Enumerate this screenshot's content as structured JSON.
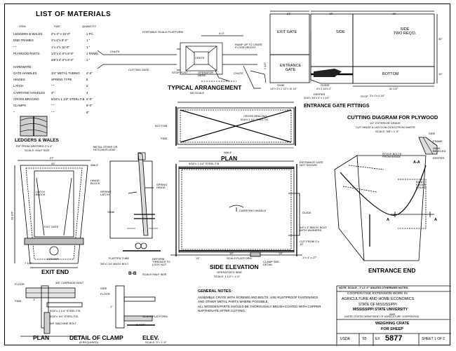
{
  "materials": {
    "title": "LIST OF MATERIALS",
    "headers": [
      "ITEM",
      "SIZE",
      "QUANTITY"
    ],
    "rows": [
      {
        "item": "LEDGERS & WALES",
        "size": "2\"x 4\" x 15'-0\"",
        "qty": "1 PC."
      },
      {
        "item": "END FRAMES",
        "size": "1\"x 6\"x 8'-0\"",
        "qty": "1 \""
      },
      {
        "item": "\"   \"",
        "size": "1\"x 4\"x 10'-0\"",
        "qty": "1 \""
      },
      {
        "item": "PLYWOOD PARTS",
        "size": "1/2\"x 4'-0\"x 8'-0\"",
        "qty": "1 PANEL"
      },
      {
        "item": "",
        "size": "3/8\"x 4'-0\"x 8'-0\"",
        "qty": "1 \""
      },
      {
        "item": "HARDWARE:",
        "size": "",
        "qty": ""
      },
      {
        "item": "GATE HANDLES",
        "size": "3/4\" METAL TUBING",
        "qty": "4'-6\""
      },
      {
        "item": "HINGES",
        "size": "SPRING TYPE",
        "qty": "6"
      },
      {
        "item": "LATCH",
        "size": "\"   \"",
        "qty": "2"
      },
      {
        "item": "CARRYING HANDLES",
        "size": "4\"",
        "qty": "4"
      },
      {
        "item": "CROSS BRACING",
        "size": "5/16\"x 1 1/4\" STEEL F.B.",
        "qty": "6'-0\""
      },
      {
        "item": "CLAMPS",
        "size": "\"   \"",
        "qty": "5'-0\""
      },
      {
        "item": "\"",
        "size": "\"   \"",
        "qty": "8\""
      }
    ]
  },
  "ledgers": {
    "title": "LEDGERS & WALES",
    "sub1": "RIP FROM DRESSED 2\"x 4\"",
    "sub2": "SCALE: HALF SIZE"
  },
  "typical": {
    "title": "TYPICAL ARRANGEMENT",
    "sub": "NO SCALE",
    "labels": {
      "portable": "PORTABLE SCALE PLATFORM",
      "chute_l": "CHUTE",
      "crate": "CRATE",
      "cutting_gate": "CUTTING GATE",
      "stop_post": "STOP POST",
      "operator": "OPERATOR HERE",
      "chute_r": "CHUTE",
      "ramp": "RAMP UP TO CRATE FLOOR HEIGHT",
      "dim": "4'-0\""
    }
  },
  "fittings": {
    "title": "ENTRANCE GATE FITTINGS",
    "exit_gate": "EXIT GATE",
    "entrance_gate": "ENTRANCE GATE",
    "side": "SIDE",
    "side_two": "SIDE\nTWO REQ'D.",
    "bottom": "BOTTOM",
    "shim": "SHIM",
    "shim_size": "1/2\"x 3\"x 2 1/2\"x 10 1/2\"",
    "guide": "GUIDE",
    "guide_size": "4\"x 2 1/4\"x 2\"",
    "keeper": "KEEPER",
    "keeper_size": "3/16\"x 3/4\"x 3\" x 1 1/4\"",
    "stop": "STOP",
    "stop_size": "3\"x 1\"x 4 1/4\"",
    "dims": [
      "24\"",
      "42\"",
      "48\"",
      "1 1/2\"",
      "30\"",
      "10\"",
      "42 1/2\""
    ]
  },
  "cutting": {
    "title": "CUTTING DIAGRAM FOR PLYWOOD",
    "sub1": "1/2\" EXTERIOR GRADE",
    "sub2": "CUT HINGE & LATCH BLOCKS FROM WASTE",
    "sub3": "SCALE: 3/8\"= 1'-0\""
  },
  "plan": {
    "title": "PLAN",
    "cross_bracing": "CROSS BRACING",
    "cross_size": "5/16\"x 1 1/4\" STEEL F.B.",
    "bottom": "BOTTOM",
    "side": "SIDE",
    "wale": "WALE",
    "strap": "METAL STRAP OR\nHOTCHKIS LEAF"
  },
  "exit_end": {
    "title": "EXIT END",
    "wale": "WALE",
    "hinge_block": "HINGE BLOCK",
    "latch_block": "LATCH BLOCK",
    "exit_gate": "EXIT GATE",
    "ledger": "LEDGER",
    "dims": [
      "27\"",
      "20\"",
      "33 3/4\"",
      "7 1/2\""
    ]
  },
  "gate_detail": {
    "spring_latch": "SPRING LATCH",
    "spring_hinge": "SPRING HINGE",
    "shim": "SHIM",
    "flatten": "FLATTEN TUBE",
    "bolt": "3/8\"x1 1/4\" MACH. BOLT",
    "deform": "DEFORM THREADS TO LOCK NUT",
    "section": "B-B",
    "section_scale": "SCALE HALF SIZE"
  },
  "side_elev": {
    "title": "SIDE ELEVATION",
    "sub": "OPERATOR'S SIDE",
    "scale": "SCALE: 1 1/2\"= 1'-0\"",
    "steel": "5/16\"x 1 1/4\" STEEL F.B.",
    "carrying": "CARRYING HANDLE",
    "entrance_gate": "ENTRANCE GATE NOT SHOWN",
    "guide": "GUIDE",
    "bolt": "1/4\"x 3\" MACH. BOLT WITH WASHERS",
    "cut": "CUT FROM 1\"x 12\"",
    "scale_platform": "SCALE PLATFORM",
    "clamp": "CLAMP SEE DETAIL",
    "dims": [
      "13\"",
      "13\"",
      "13\"",
      "1\"x 4\" x 27\""
    ]
  },
  "entrance_end": {
    "title": "ENTRANCE END",
    "stove_bolts": "STOVE BOLTS FROM INSIDE",
    "side": "SIDE",
    "frame": "FRAME",
    "shim": "SHIM, BEVELED",
    "keeper": "KEEPER",
    "band": "BAND EDGES ROUND",
    "aa": "A-A",
    "a": "A"
  },
  "clamp_detail": {
    "title1": "PLAN",
    "title2": "DETAIL OF CLAMP",
    "title3": "ELEV.",
    "required": "(8 REQUIRED)",
    "scale": "SCALE: 3\"= 1'-0\"",
    "floor": "FLOOR",
    "side": "SIDE",
    "carriage_bolt": "3/8\" CARRIAGE BOLT",
    "steel": "5/16\"x 1 1/4\" STEEL F.B.",
    "steel2": "5/16\"x 3/4\" STEEL F.B.",
    "mach_bolt": "3/8\" MACHINE BOLT",
    "clamp": "CLAMP",
    "scale_platform": "SCALE PLATFORM",
    "dims": [
      "1\"",
      "1\""
    ]
  },
  "notes": {
    "title": "GENERAL NOTES:",
    "lines": [
      "ASSEMBLE CRATE WITH SCREWS AND BOLTS.  USE RUSTPROOF FASTENINGS",
      "AND OTHER METAL PARTS WHERE POSSIBLE.",
      "ALL WOODEN PARTS SHOULD BE THOROUGHLY BRUSH-COATED WITH COPPER",
      "NAPTHENATE AFTER CUTTING."
    ]
  },
  "title_block": {
    "scale_note": "NOTE: SCALE - 1\"=1'-0\" UNLESS OTHERWISE NOTED.",
    "line1": "COOPERATIVE EXTENSION WORK IN",
    "line2": "AGRICULTURE AND HOME ECONOMICS",
    "line3": "STATE OF MISSISSIPPI",
    "line4": "MISSISSIPPI STATE UNIVERSITY",
    "line5": "AND",
    "line6": "UNITED STATES DEPARTMENT OF AGRICULTURE COOPERATING",
    "title1": "WEIGHING CRATE",
    "title2": "FOR SHEEP",
    "usda": "USDA",
    "year": "'65",
    "ex": "EX",
    "number": "5877",
    "sheet": "SHEET 1 OF 1"
  }
}
